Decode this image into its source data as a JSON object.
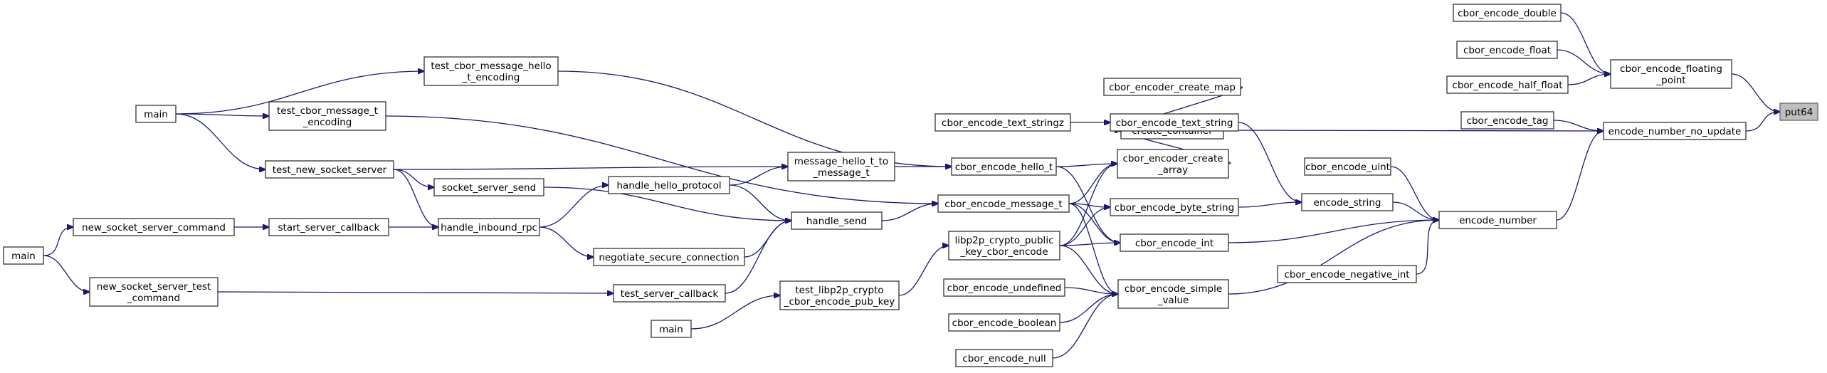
{
  "graph": {
    "edge_color": "#191970",
    "root_fill": "#bfbfbf",
    "nodes": [
      {
        "id": "put64",
        "lines": [
          "put64"
        ],
        "root": true
      },
      {
        "id": "cbor_encode_double",
        "lines": [
          "cbor_encode_double"
        ]
      },
      {
        "id": "cbor_encode_float",
        "lines": [
          "cbor_encode_float"
        ]
      },
      {
        "id": "cbor_encode_half_float",
        "lines": [
          "cbor_encode_half_float"
        ]
      },
      {
        "id": "cbor_encode_floating_point",
        "lines": [
          "cbor_encode_floating",
          "_point"
        ]
      },
      {
        "id": "cbor_encode_tag",
        "lines": [
          "cbor_encode_tag"
        ]
      },
      {
        "id": "encode_number_no_update",
        "lines": [
          "encode_number_no_update"
        ]
      },
      {
        "id": "cbor_encoder_create_map",
        "lines": [
          "cbor_encoder_create_map"
        ]
      },
      {
        "id": "create_container",
        "lines": [
          "create_container"
        ]
      },
      {
        "id": "cbor_encode_text_stringz",
        "lines": [
          "cbor_encode_text_stringz"
        ]
      },
      {
        "id": "cbor_encode_text_string",
        "lines": [
          "cbor_encode_text_string"
        ]
      },
      {
        "id": "cbor_encode_uint",
        "lines": [
          "cbor_encode_uint"
        ]
      },
      {
        "id": "cbor_encoder_create_array",
        "lines": [
          "cbor_encoder_create",
          "_array"
        ]
      },
      {
        "id": "encode_string",
        "lines": [
          "encode_string"
        ]
      },
      {
        "id": "encode_number",
        "lines": [
          "encode_number"
        ]
      },
      {
        "id": "cbor_encode_byte_string",
        "lines": [
          "cbor_encode_byte_string"
        ]
      },
      {
        "id": "cbor_encode_int",
        "lines": [
          "cbor_encode_int"
        ]
      },
      {
        "id": "cbor_encode_negative_int",
        "lines": [
          "cbor_encode_negative_int"
        ]
      },
      {
        "id": "cbor_encode_simple_value",
        "lines": [
          "cbor_encode_simple",
          "_value"
        ]
      },
      {
        "id": "cbor_encode_undefined",
        "lines": [
          "cbor_encode_undefined"
        ]
      },
      {
        "id": "cbor_encode_boolean",
        "lines": [
          "cbor_encode_boolean"
        ]
      },
      {
        "id": "cbor_encode_null",
        "lines": [
          "cbor_encode_null"
        ]
      },
      {
        "id": "cbor_encode_hello_t",
        "lines": [
          "cbor_encode_hello_t"
        ]
      },
      {
        "id": "cbor_encode_message_t",
        "lines": [
          "cbor_encode_message_t"
        ]
      },
      {
        "id": "libp2p_crypto_public_key_cbor_encode",
        "lines": [
          "libp2p_crypto_public",
          "_key_cbor_encode"
        ]
      },
      {
        "id": "test_libp2p_crypto_cbor_encode_pub_key",
        "lines": [
          "test_libp2p_crypto",
          "_cbor_encode_pub_key"
        ]
      },
      {
        "id": "main_c",
        "lines": [
          "main"
        ]
      },
      {
        "id": "message_hello_t_to_message_t",
        "lines": [
          "message_hello_t_to",
          "_message_t"
        ]
      },
      {
        "id": "handle_send",
        "lines": [
          "handle_send"
        ]
      },
      {
        "id": "handle_hello_protocol",
        "lines": [
          "handle_hello_protocol"
        ]
      },
      {
        "id": "negotiate_secure_connection",
        "lines": [
          "negotiate_secure_connection"
        ]
      },
      {
        "id": "test_server_callback",
        "lines": [
          "test_server_callback"
        ]
      },
      {
        "id": "socket_server_send",
        "lines": [
          "socket_server_send"
        ]
      },
      {
        "id": "handle_inbound_rpc",
        "lines": [
          "handle_inbound_rpc"
        ]
      },
      {
        "id": "test_new_socket_server",
        "lines": [
          "test_new_socket_server"
        ]
      },
      {
        "id": "test_cbor_message_hello_t_encoding",
        "lines": [
          "test_cbor_message_hello",
          "_t_encoding"
        ]
      },
      {
        "id": "test_cbor_message_t_encoding",
        "lines": [
          "test_cbor_message_t",
          "_encoding"
        ]
      },
      {
        "id": "main_a",
        "lines": [
          "main"
        ]
      },
      {
        "id": "start_server_callback",
        "lines": [
          "start_server_callback"
        ]
      },
      {
        "id": "new_socket_server_command",
        "lines": [
          "new_socket_server_command"
        ]
      },
      {
        "id": "new_socket_server_test_command",
        "lines": [
          "new_socket_server_test",
          "_command"
        ]
      },
      {
        "id": "main_b",
        "lines": [
          "main"
        ]
      }
    ],
    "edges": [
      {
        "from": "cbor_encode_floating_point",
        "to": "put64"
      },
      {
        "from": "encode_number_no_update",
        "to": "put64"
      },
      {
        "from": "cbor_encode_double",
        "to": "cbor_encode_floating_point"
      },
      {
        "from": "cbor_encode_float",
        "to": "cbor_encode_floating_point"
      },
      {
        "from": "cbor_encode_half_float",
        "to": "cbor_encode_floating_point"
      },
      {
        "from": "cbor_encode_tag",
        "to": "encode_number_no_update"
      },
      {
        "from": "create_container",
        "to": "encode_number_no_update"
      },
      {
        "from": "encode_number",
        "to": "encode_number_no_update"
      },
      {
        "from": "cbor_encoder_create_map",
        "to": "create_container"
      },
      {
        "from": "cbor_encoder_create_array",
        "to": "create_container"
      },
      {
        "from": "cbor_encode_text_stringz",
        "to": "cbor_encode_text_string"
      },
      {
        "from": "cbor_encode_text_string",
        "to": "encode_string"
      },
      {
        "from": "cbor_encode_byte_string",
        "to": "encode_string"
      },
      {
        "from": "cbor_encode_uint",
        "to": "encode_number"
      },
      {
        "from": "encode_string",
        "to": "encode_number"
      },
      {
        "from": "cbor_encode_int",
        "to": "encode_number"
      },
      {
        "from": "cbor_encode_negative_int",
        "to": "encode_number"
      },
      {
        "from": "cbor_encode_simple_value",
        "to": "encode_number"
      },
      {
        "from": "cbor_encode_undefined",
        "to": "cbor_encode_simple_value"
      },
      {
        "from": "cbor_encode_boolean",
        "to": "cbor_encode_simple_value"
      },
      {
        "from": "cbor_encode_null",
        "to": "cbor_encode_simple_value"
      },
      {
        "from": "cbor_encode_hello_t",
        "to": "cbor_encoder_create_array"
      },
      {
        "from": "cbor_encode_hello_t",
        "to": "cbor_encode_int"
      },
      {
        "from": "cbor_encode_message_t",
        "to": "cbor_encoder_create_array"
      },
      {
        "from": "cbor_encode_message_t",
        "to": "cbor_encode_byte_string"
      },
      {
        "from": "cbor_encode_message_t",
        "to": "cbor_encode_int"
      },
      {
        "from": "cbor_encode_message_t",
        "to": "cbor_encode_simple_value"
      },
      {
        "from": "libp2p_crypto_public_key_cbor_encode",
        "to": "cbor_encoder_create_array"
      },
      {
        "from": "libp2p_crypto_public_key_cbor_encode",
        "to": "cbor_encode_byte_string"
      },
      {
        "from": "libp2p_crypto_public_key_cbor_encode",
        "to": "cbor_encode_int"
      },
      {
        "from": "libp2p_crypto_public_key_cbor_encode",
        "to": "cbor_encode_simple_value"
      },
      {
        "from": "test_libp2p_crypto_cbor_encode_pub_key",
        "to": "libp2p_crypto_public_key_cbor_encode"
      },
      {
        "from": "main_c",
        "to": "test_libp2p_crypto_cbor_encode_pub_key"
      },
      {
        "from": "message_hello_t_to_message_t",
        "to": "cbor_encode_hello_t"
      },
      {
        "from": "handle_send",
        "to": "cbor_encode_message_t"
      },
      {
        "from": "test_cbor_message_hello_t_encoding",
        "to": "cbor_encode_hello_t"
      },
      {
        "from": "test_cbor_message_t_encoding",
        "to": "cbor_encode_message_t"
      },
      {
        "from": "test_new_socket_server",
        "to": "message_hello_t_to_message_t"
      },
      {
        "from": "handle_hello_protocol",
        "to": "message_hello_t_to_message_t"
      },
      {
        "from": "handle_hello_protocol",
        "to": "handle_send"
      },
      {
        "from": "socket_server_send",
        "to": "handle_send"
      },
      {
        "from": "negotiate_secure_connection",
        "to": "handle_send"
      },
      {
        "from": "test_server_callback",
        "to": "handle_send"
      },
      {
        "from": "handle_inbound_rpc",
        "to": "handle_hello_protocol"
      },
      {
        "from": "handle_inbound_rpc",
        "to": "negotiate_secure_connection"
      },
      {
        "from": "test_new_socket_server",
        "to": "socket_server_send"
      },
      {
        "from": "test_new_socket_server",
        "to": "handle_inbound_rpc"
      },
      {
        "from": "start_server_callback",
        "to": "handle_inbound_rpc"
      },
      {
        "from": "main_a",
        "to": "test_cbor_message_hello_t_encoding"
      },
      {
        "from": "main_a",
        "to": "test_cbor_message_t_encoding"
      },
      {
        "from": "main_a",
        "to": "test_new_socket_server"
      },
      {
        "from": "new_socket_server_command",
        "to": "start_server_callback"
      },
      {
        "from": "new_socket_server_test_command",
        "to": "test_server_callback"
      },
      {
        "from": "main_b",
        "to": "new_socket_server_command"
      },
      {
        "from": "main_b",
        "to": "new_socket_server_test_command"
      }
    ]
  }
}
